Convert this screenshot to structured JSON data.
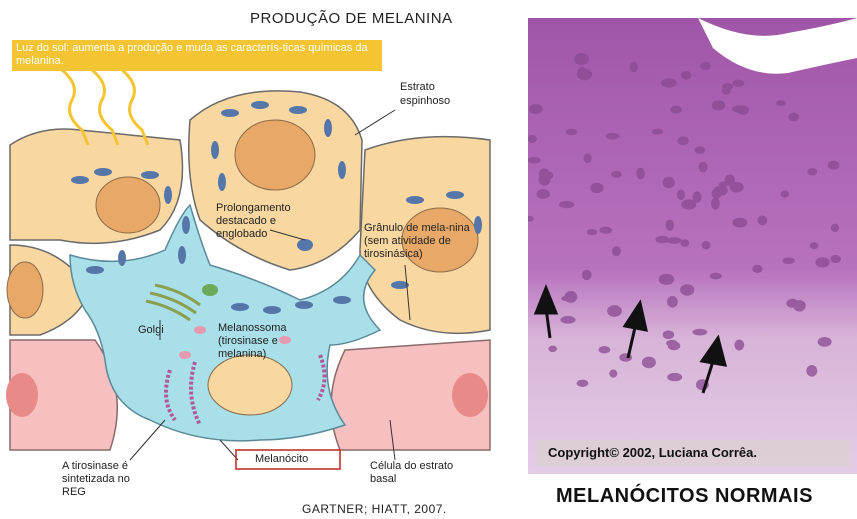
{
  "diagram": {
    "title": "PRODUÇÃO DE MELANINA",
    "sunlight_label": "Luz do sol: aumenta a produção e muda as caracterís-ticas químicas da melanina.",
    "labels": {
      "estrato_espinhoso": "Estrato espinhoso",
      "prolongamento": "Prolongamento destacado e englobado",
      "granulo": "Grânulo de mela-nina (sem atividade de tirosinásica)",
      "golgi": "Golgi",
      "melanossoma": "Melanossoma (tirosinase e melanina)",
      "tirosinase": "A tirosinase é sintetizada no REG",
      "melanocito": "Melanócito",
      "celula_basal": "Célula do estrato basal"
    },
    "source": "GARTNER; HIATT, 2007."
  },
  "micrograph": {
    "copyright": "Copyright© 2002, Luciana Corrêa.",
    "caption": "MELANÓCITOS NORMAIS"
  },
  "colors": {
    "sunlight_box": "#f4c432",
    "upper_cell": "#f8d7a0",
    "nucleus": "#e8a868",
    "granule": "#5576a8",
    "melanocyte": "#a9dfe8",
    "basal_cell": "#f6bfc0",
    "melanocito_box_border": "#c0302a",
    "tissue": "#b070b8"
  }
}
